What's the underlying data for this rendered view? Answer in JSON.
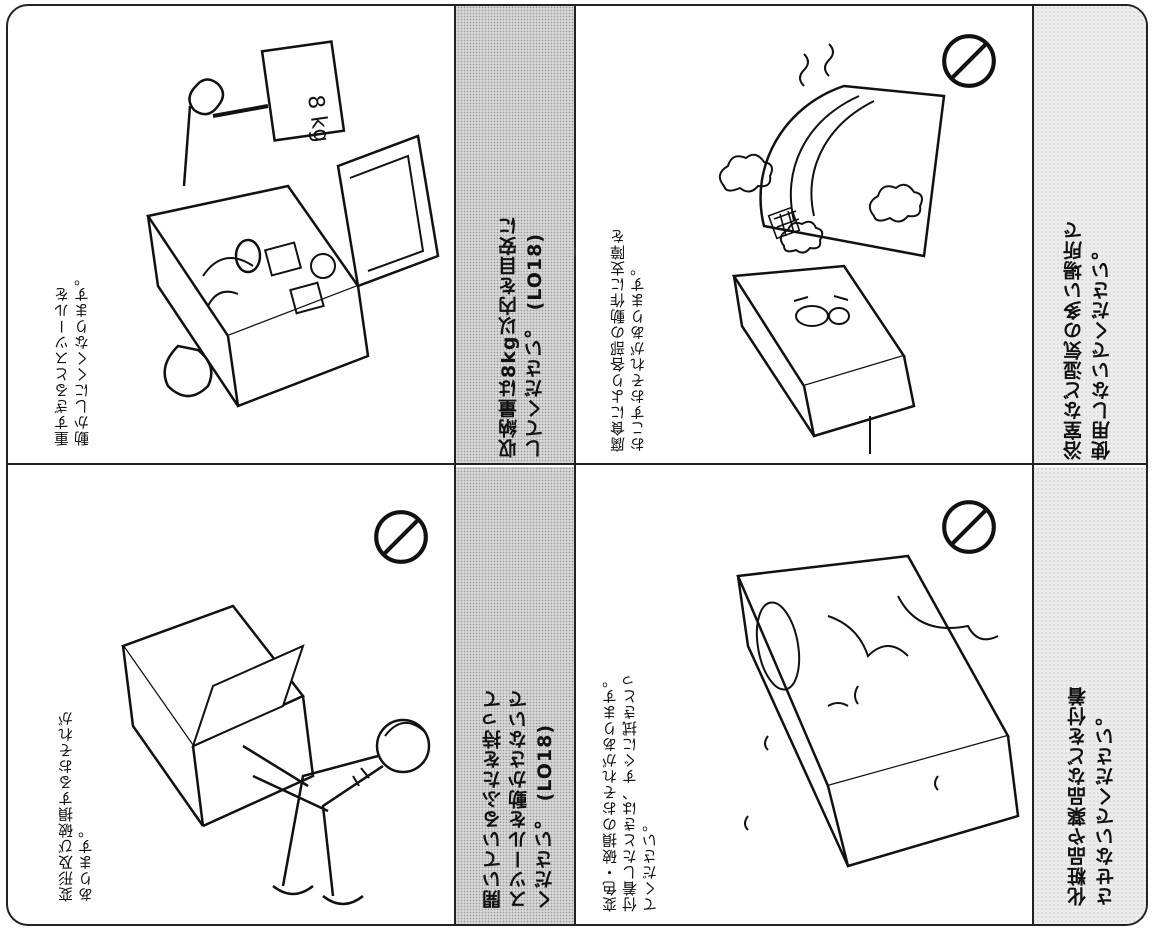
{
  "panels": {
    "humid_place": {
      "title": "浴室など湿気の多い場所で\n使用しないでください。",
      "note": "腐食により各部の動作に支障を\nおこすおそれがあります。",
      "icon": "prohibition-icon"
    },
    "cosmetics": {
      "title": "化粧品や薬品などを付着\nさせないでください。",
      "note": "変色・破損のおそれがあります。\n付着したときは、すぐに拭きとっ\nてください。",
      "icon": "prohibition-icon"
    },
    "capacity": {
      "title": "収納量は8kg以内を目安に\nしてください。 (LO18)",
      "note": "重すぎるとスツールを\n動かしにくくなります。",
      "weight_sign": "8 kg"
    },
    "lid": {
      "title": "開いているふたを持って\nスツールを動かさないで\nください。 (LO18)",
      "note": "変形及び破損するおそれが\nあります。",
      "icon": "prohibition-icon"
    }
  }
}
